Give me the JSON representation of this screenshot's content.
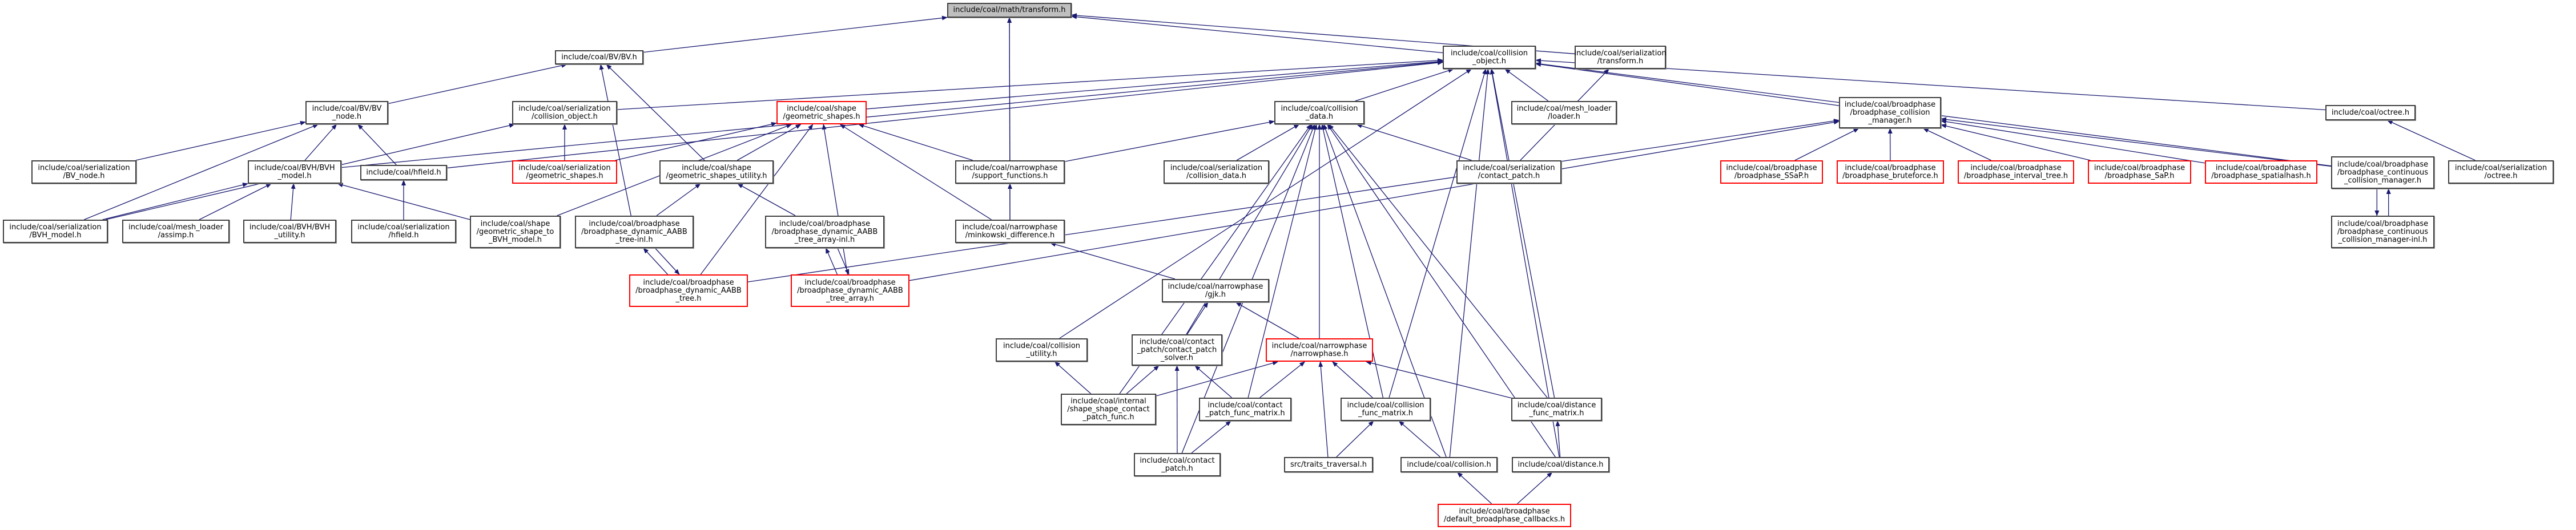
{
  "graph_title": "include/coal/math/transform.h include dependency graph",
  "colors": {
    "edge": "#191970",
    "node_border": "#404040",
    "truncated_border": "#ff0000",
    "root_fill": "#bfbfbf"
  },
  "nodes": [
    {
      "id": "transform",
      "label": "include/coal/math/transform.h",
      "style": "root"
    },
    {
      "id": "bv",
      "label": "include/coal/BV/BV.h",
      "style": "normal"
    },
    {
      "id": "collision_object",
      "label": "include/coal/collision\n_object.h",
      "style": "normal"
    },
    {
      "id": "ser_transform",
      "label": "include/coal/serialization\n/transform.h",
      "style": "normal"
    },
    {
      "id": "bv_node",
      "label": "include/coal/BV/BV\n_node.h",
      "style": "normal"
    },
    {
      "id": "ser_collision_object",
      "label": "include/coal/serialization\n/collision_object.h",
      "style": "normal"
    },
    {
      "id": "geometric_shapes",
      "label": "include/coal/shape\n/geometric_shapes.h",
      "style": "red"
    },
    {
      "id": "collision_data",
      "label": "include/coal/collision\n_data.h",
      "style": "normal"
    },
    {
      "id": "mesh_loader_loader",
      "label": "include/coal/mesh_loader\n/loader.h",
      "style": "normal"
    },
    {
      "id": "broadphase_cm",
      "label": "include/coal/broadphase\n/broadphase_collision\n_manager.h",
      "style": "normal"
    },
    {
      "id": "octree",
      "label": "include/coal/octree.h",
      "style": "normal"
    },
    {
      "id": "ser_bv_node",
      "label": "include/coal/serialization\n/BV_node.h",
      "style": "normal"
    },
    {
      "id": "bvh_model",
      "label": "include/coal/BVH/BVH\n_model.h",
      "style": "normal"
    },
    {
      "id": "hfield",
      "label": "include/coal/hfield.h",
      "style": "normal"
    },
    {
      "id": "ser_geometric_shapes",
      "label": "include/coal/serialization\n/geometric_shapes.h",
      "style": "red"
    },
    {
      "id": "gs_utility",
      "label": "include/coal/shape\n/geometric_shapes_utility.h",
      "style": "normal"
    },
    {
      "id": "support_functions",
      "label": "include/coal/narrowphase\n/support_functions.h",
      "style": "normal"
    },
    {
      "id": "ser_collision_data",
      "label": "include/coal/serialization\n/collision_data.h",
      "style": "normal"
    },
    {
      "id": "ser_contact_patch",
      "label": "include/coal/serialization\n/contact_patch.h",
      "style": "normal"
    },
    {
      "id": "bp_ssap",
      "label": "include/coal/broadphase\n/broadphase_SSaP.h",
      "style": "red"
    },
    {
      "id": "bp_bruteforce",
      "label": "include/coal/broadphase\n/broadphase_bruteforce.h",
      "style": "red"
    },
    {
      "id": "bp_interval",
      "label": "include/coal/broadphase\n/broadphase_interval_tree.h",
      "style": "red"
    },
    {
      "id": "bp_sap",
      "label": "include/coal/broadphase\n/broadphase_SaP.h",
      "style": "red"
    },
    {
      "id": "bp_spatialhash",
      "label": "include/coal/broadphase\n/broadphase_spatialhash.h",
      "style": "red"
    },
    {
      "id": "bp_ccm",
      "label": "include/coal/broadphase\n/broadphase_continuous\n_collision_manager.h",
      "style": "normal"
    },
    {
      "id": "ser_octree",
      "label": "include/coal/serialization\n/octree.h",
      "style": "normal"
    },
    {
      "id": "ser_bvh_model",
      "label": "include/coal/serialization\n/BVH_model.h",
      "style": "normal"
    },
    {
      "id": "assimp",
      "label": "include/coal/mesh_loader\n/assimp.h",
      "style": "normal"
    },
    {
      "id": "bvh_utility",
      "label": "include/coal/BVH/BVH\n_utility.h",
      "style": "normal"
    },
    {
      "id": "ser_hfield",
      "label": "include/coal/serialization\n/hfield.h",
      "style": "normal"
    },
    {
      "id": "gs_to_bvh",
      "label": "include/coal/shape\n/geometric_shape_to\n_BVH_model.h",
      "style": "normal"
    },
    {
      "id": "aabb_tree_inl",
      "label": "include/coal/broadphase\n/broadphase_dynamic_AABB\n_tree-inl.h",
      "style": "normal"
    },
    {
      "id": "aabb_tree_array_inl",
      "label": "include/coal/broadphase\n/broadphase_dynamic_AABB\n_tree_array-inl.h",
      "style": "normal"
    },
    {
      "id": "minkowski",
      "label": "include/coal/narrowphase\n/minkowski_difference.h",
      "style": "normal"
    },
    {
      "id": "bp_ccm_inl",
      "label": "include/coal/broadphase\n/broadphase_continuous\n_collision_manager-inl.h",
      "style": "normal"
    },
    {
      "id": "aabb_tree",
      "label": "include/coal/broadphase\n/broadphase_dynamic_AABB\n_tree.h",
      "style": "red"
    },
    {
      "id": "aabb_tree_array",
      "label": "include/coal/broadphase\n/broadphase_dynamic_AABB\n_tree_array.h",
      "style": "red"
    },
    {
      "id": "gjk",
      "label": "include/coal/narrowphase\n/gjk.h",
      "style": "normal"
    },
    {
      "id": "collision_utility",
      "label": "include/coal/collision\n_utility.h",
      "style": "normal"
    },
    {
      "id": "cp_solver",
      "label": "include/coal/contact\n_patch/contact_patch\n_solver.h",
      "style": "normal"
    },
    {
      "id": "narrowphase",
      "label": "include/coal/narrowphase\n/narrowphase.h",
      "style": "red"
    },
    {
      "id": "ss_cp_func",
      "label": "include/coal/internal\n/shape_shape_contact\n_patch_func.h",
      "style": "normal"
    },
    {
      "id": "cp_func_matrix",
      "label": "include/coal/contact\n_patch_func_matrix.h",
      "style": "normal"
    },
    {
      "id": "collision_func_matrix",
      "label": "include/coal/collision\n_func_matrix.h",
      "style": "normal"
    },
    {
      "id": "distance_func_matrix",
      "label": "include/coal/distance\n_func_matrix.h",
      "style": "normal"
    },
    {
      "id": "contact_patch",
      "label": "include/coal/contact\n_patch.h",
      "style": "normal"
    },
    {
      "id": "traits_traversal",
      "label": "src/traits_traversal.h",
      "style": "normal"
    },
    {
      "id": "collision",
      "label": "include/coal/collision.h",
      "style": "normal"
    },
    {
      "id": "distance",
      "label": "include/coal/distance.h",
      "style": "normal"
    },
    {
      "id": "default_cb",
      "label": "include/coal/broadphase\n/default_broadphase_callbacks.h",
      "style": "red"
    }
  ],
  "edges": [
    [
      "bv",
      "transform"
    ],
    [
      "collision_object",
      "transform"
    ],
    [
      "ser_transform",
      "transform"
    ],
    [
      "support_functions",
      "transform"
    ],
    [
      "minkowski",
      "transform"
    ],
    [
      "bv_node",
      "bv"
    ],
    [
      "gs_utility",
      "bv"
    ],
    [
      "aabb_tree_inl",
      "bv"
    ],
    [
      "ser_bv_node",
      "bv_node"
    ],
    [
      "bvh_model",
      "bv_node"
    ],
    [
      "hfield",
      "bv_node"
    ],
    [
      "ser_collision_object",
      "collision_object"
    ],
    [
      "geometric_shapes",
      "collision_object"
    ],
    [
      "collision_data",
      "collision_object"
    ],
    [
      "mesh_loader_loader",
      "collision_object"
    ],
    [
      "broadphase_cm",
      "collision_object"
    ],
    [
      "octree",
      "collision_object"
    ],
    [
      "bvh_model",
      "collision_object"
    ],
    [
      "hfield",
      "collision_object"
    ],
    [
      "bp_ccm",
      "collision_object"
    ],
    [
      "collision_utility",
      "collision_object"
    ],
    [
      "distance_func_matrix",
      "collision_object"
    ],
    [
      "collision",
      "collision_object"
    ],
    [
      "distance",
      "collision_object"
    ],
    [
      "collision_func_matrix",
      "collision_object"
    ],
    [
      "ser_contact_patch",
      "ser_transform"
    ],
    [
      "ser_geometric_shapes",
      "ser_collision_object"
    ],
    [
      "ser_bvh_model",
      "ser_collision_object"
    ],
    [
      "ser_geometric_shapes",
      "geometric_shapes"
    ],
    [
      "gs_utility",
      "geometric_shapes"
    ],
    [
      "support_functions",
      "geometric_shapes"
    ],
    [
      "gs_to_bvh",
      "geometric_shapes"
    ],
    [
      "aabb_tree",
      "geometric_shapes"
    ],
    [
      "aabb_tree_array",
      "geometric_shapes"
    ],
    [
      "minkowski",
      "geometric_shapes"
    ],
    [
      "support_functions",
      "collision_data"
    ],
    [
      "ser_collision_data",
      "collision_data"
    ],
    [
      "ser_contact_patch",
      "collision_data"
    ],
    [
      "narrowphase",
      "collision_data"
    ],
    [
      "cp_solver",
      "collision_data"
    ],
    [
      "ss_cp_func",
      "collision_data"
    ],
    [
      "cp_func_matrix",
      "collision_data"
    ],
    [
      "collision_func_matrix",
      "collision_data"
    ],
    [
      "distance_func_matrix",
      "collision_data"
    ],
    [
      "contact_patch",
      "collision_data"
    ],
    [
      "collision",
      "collision_data"
    ],
    [
      "distance",
      "collision_data"
    ],
    [
      "bp_ssap",
      "broadphase_cm"
    ],
    [
      "bp_bruteforce",
      "broadphase_cm"
    ],
    [
      "bp_interval",
      "broadphase_cm"
    ],
    [
      "bp_sap",
      "broadphase_cm"
    ],
    [
      "bp_spatialhash",
      "broadphase_cm"
    ],
    [
      "bp_ccm",
      "broadphase_cm"
    ],
    [
      "aabb_tree",
      "broadphase_cm"
    ],
    [
      "aabb_tree_array",
      "broadphase_cm"
    ],
    [
      "ser_octree",
      "octree"
    ],
    [
      "ser_bvh_model",
      "bv_node"
    ],
    [
      "ser_bvh_model",
      "bvh_model"
    ],
    [
      "assimp",
      "bvh_model"
    ],
    [
      "bvh_utility",
      "bvh_model"
    ],
    [
      "gs_to_bvh",
      "bvh_model"
    ],
    [
      "ser_hfield",
      "hfield"
    ],
    [
      "aabb_tree_inl",
      "gs_utility"
    ],
    [
      "aabb_tree_array_inl",
      "gs_utility"
    ],
    [
      "minkowski",
      "support_functions"
    ],
    [
      "bp_ccm_inl",
      "bp_ccm"
    ],
    [
      "bp_ccm",
      "bp_ccm_inl"
    ],
    [
      "aabb_tree",
      "aabb_tree_inl"
    ],
    [
      "aabb_tree_inl",
      "aabb_tree"
    ],
    [
      "aabb_tree_array",
      "aabb_tree_array_inl"
    ],
    [
      "aabb_tree_array_inl",
      "aabb_tree_array"
    ],
    [
      "gjk",
      "minkowski"
    ],
    [
      "cp_solver",
      "gjk"
    ],
    [
      "narrowphase",
      "gjk"
    ],
    [
      "ss_cp_func",
      "collision_utility"
    ],
    [
      "ss_cp_func",
      "cp_solver"
    ],
    [
      "cp_func_matrix",
      "cp_solver"
    ],
    [
      "contact_patch",
      "cp_solver"
    ],
    [
      "ss_cp_func",
      "narrowphase"
    ],
    [
      "cp_func_matrix",
      "narrowphase"
    ],
    [
      "traits_traversal",
      "narrowphase"
    ],
    [
      "collision_func_matrix",
      "narrowphase"
    ],
    [
      "distance_func_matrix",
      "narrowphase"
    ],
    [
      "contact_patch",
      "cp_func_matrix"
    ],
    [
      "traits_traversal",
      "collision_func_matrix"
    ],
    [
      "collision",
      "collision_func_matrix"
    ],
    [
      "distance",
      "distance_func_matrix"
    ],
    [
      "default_cb",
      "collision"
    ],
    [
      "default_cb",
      "distance"
    ]
  ]
}
